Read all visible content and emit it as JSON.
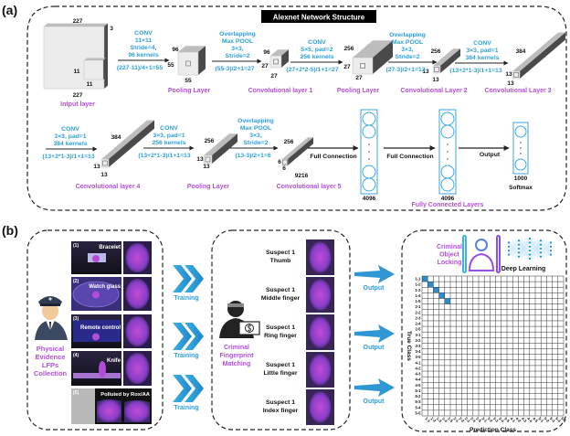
{
  "panel_a": {
    "label": "(a)",
    "title": "Alexnet Network Structure",
    "layers": [
      {
        "label": "Intput layer",
        "dims": [
          "227",
          "3",
          "11",
          "11",
          "227"
        ]
      },
      {
        "label": "Pooling Layer",
        "dims": [
          "96",
          "55",
          "55"
        ]
      },
      {
        "label": "Convolutional layer 1",
        "dims": [
          "96",
          "27",
          "27"
        ]
      },
      {
        "label": "Pooling Layer",
        "dims": [
          "256",
          "27",
          "27"
        ]
      },
      {
        "label": "Convolutional Layer 2",
        "dims": [
          "256",
          "13",
          "13"
        ]
      },
      {
        "label": "Convolutional Layer 3",
        "dims": [
          "384",
          "13",
          "13"
        ]
      },
      {
        "label": "Convolutional layer 4",
        "dims": [
          "384",
          "13",
          "13"
        ]
      },
      {
        "label": "Pooling Layer",
        "dims": [
          "256",
          "13",
          "13"
        ]
      },
      {
        "label": "Convolutional layer 5",
        "dims": [
          "256",
          "6",
          "6",
          "9216"
        ]
      }
    ],
    "ops": [
      {
        "lines": [
          "CONV",
          "11×11",
          "Stride=4,",
          "96 kernels"
        ],
        "formula": "(227-11)/4+1=55"
      },
      {
        "lines": [
          "Overlapping",
          "Max POOL",
          "3×3,",
          "Stride=2"
        ],
        "formula": "(55-3)/2+1=27"
      },
      {
        "lines": [
          "CONV",
          "5×5, pad=2",
          "256 kernels"
        ],
        "formula": "(27+2*2-5)/1+1=27"
      },
      {
        "lines": [
          "Overlapping",
          "Max POOL",
          "3×3,",
          "Stride=2"
        ],
        "formula": "(27-3)/2+1=13"
      },
      {
        "lines": [
          "CONV",
          "3×3, pad=1",
          "384 kernels"
        ],
        "formula": "(13+2*1-3)/1+1=13"
      },
      {
        "lines": [
          "CONV",
          "3×3, pad=1",
          "384 kernels"
        ],
        "formula": "(13+2*1-3)/1+1=13"
      },
      {
        "lines": [
          "CONV",
          "3×3, pad=1",
          "256 kernels"
        ],
        "formula": "(13+2*1-3)/1+1=13"
      },
      {
        "lines": [
          "Overlapping",
          "Max POOL",
          "3×3,",
          "Stride=2"
        ],
        "formula": "(13-3)/2+1=6"
      }
    ],
    "fc": {
      "connections": [
        "Full Connection",
        "Full Connection",
        "Output"
      ],
      "sizes": [
        "4096",
        "4096",
        "1000"
      ],
      "softmax": "Softmax",
      "group_label": "Fully Connected Layers"
    }
  },
  "panel_b": {
    "label": "(b)",
    "collection": {
      "label_lines": [
        "Physical",
        "Evidence",
        "LFPs",
        "Collection"
      ],
      "photos": [
        {
          "index": "(1)",
          "name": "Bracelet"
        },
        {
          "index": "(2)",
          "name": "Watch glass"
        },
        {
          "index": "(3)",
          "name": "Remote control"
        },
        {
          "index": "(4)",
          "name": "Knife"
        },
        {
          "index": "(5)",
          "name": "Polluted by Rox/AA"
        }
      ]
    },
    "training_label": "Training",
    "matching": {
      "label_lines": [
        "Criminal",
        "Fingerprint",
        "Matching"
      ],
      "suspects": [
        [
          "Suspect 1",
          "Thumb"
        ],
        [
          "Suspect 1",
          "Middle finger"
        ],
        [
          "Suspect 1",
          "Ring finger"
        ],
        [
          "Suspect 1",
          "Little finger"
        ],
        [
          "Suspect 1",
          "Index finger"
        ]
      ]
    },
    "output_label": "Output",
    "locking": {
      "label_lines": [
        "Criminal",
        "Object",
        "Locking"
      ],
      "deep_learning": "Deep Learning"
    },
    "matrix": {
      "classes": [
        "1-1",
        "1-2",
        "1-3",
        "1-4",
        "1-5",
        "2-1",
        "2-2",
        "2-3",
        "2-4",
        "2-5",
        "3-1",
        "3-2",
        "3-3",
        "3-4",
        "3-5",
        "4-1",
        "4-2",
        "4-3",
        "4-4",
        "4-5",
        "5-1",
        "5-2",
        "5-3",
        "5-4",
        "5-5"
      ],
      "highlighted": [
        "1-1",
        "1-2",
        "1-3",
        "1-4",
        "1-5"
      ],
      "highlight_color": "#2a8cc8",
      "ylabel": "True Class",
      "xlabel": "Prediction Class"
    }
  },
  "colors": {
    "blue_text": "#2f9fd8",
    "purple_text": "#b24fd8",
    "arrow_blue": "#2f97d3"
  }
}
